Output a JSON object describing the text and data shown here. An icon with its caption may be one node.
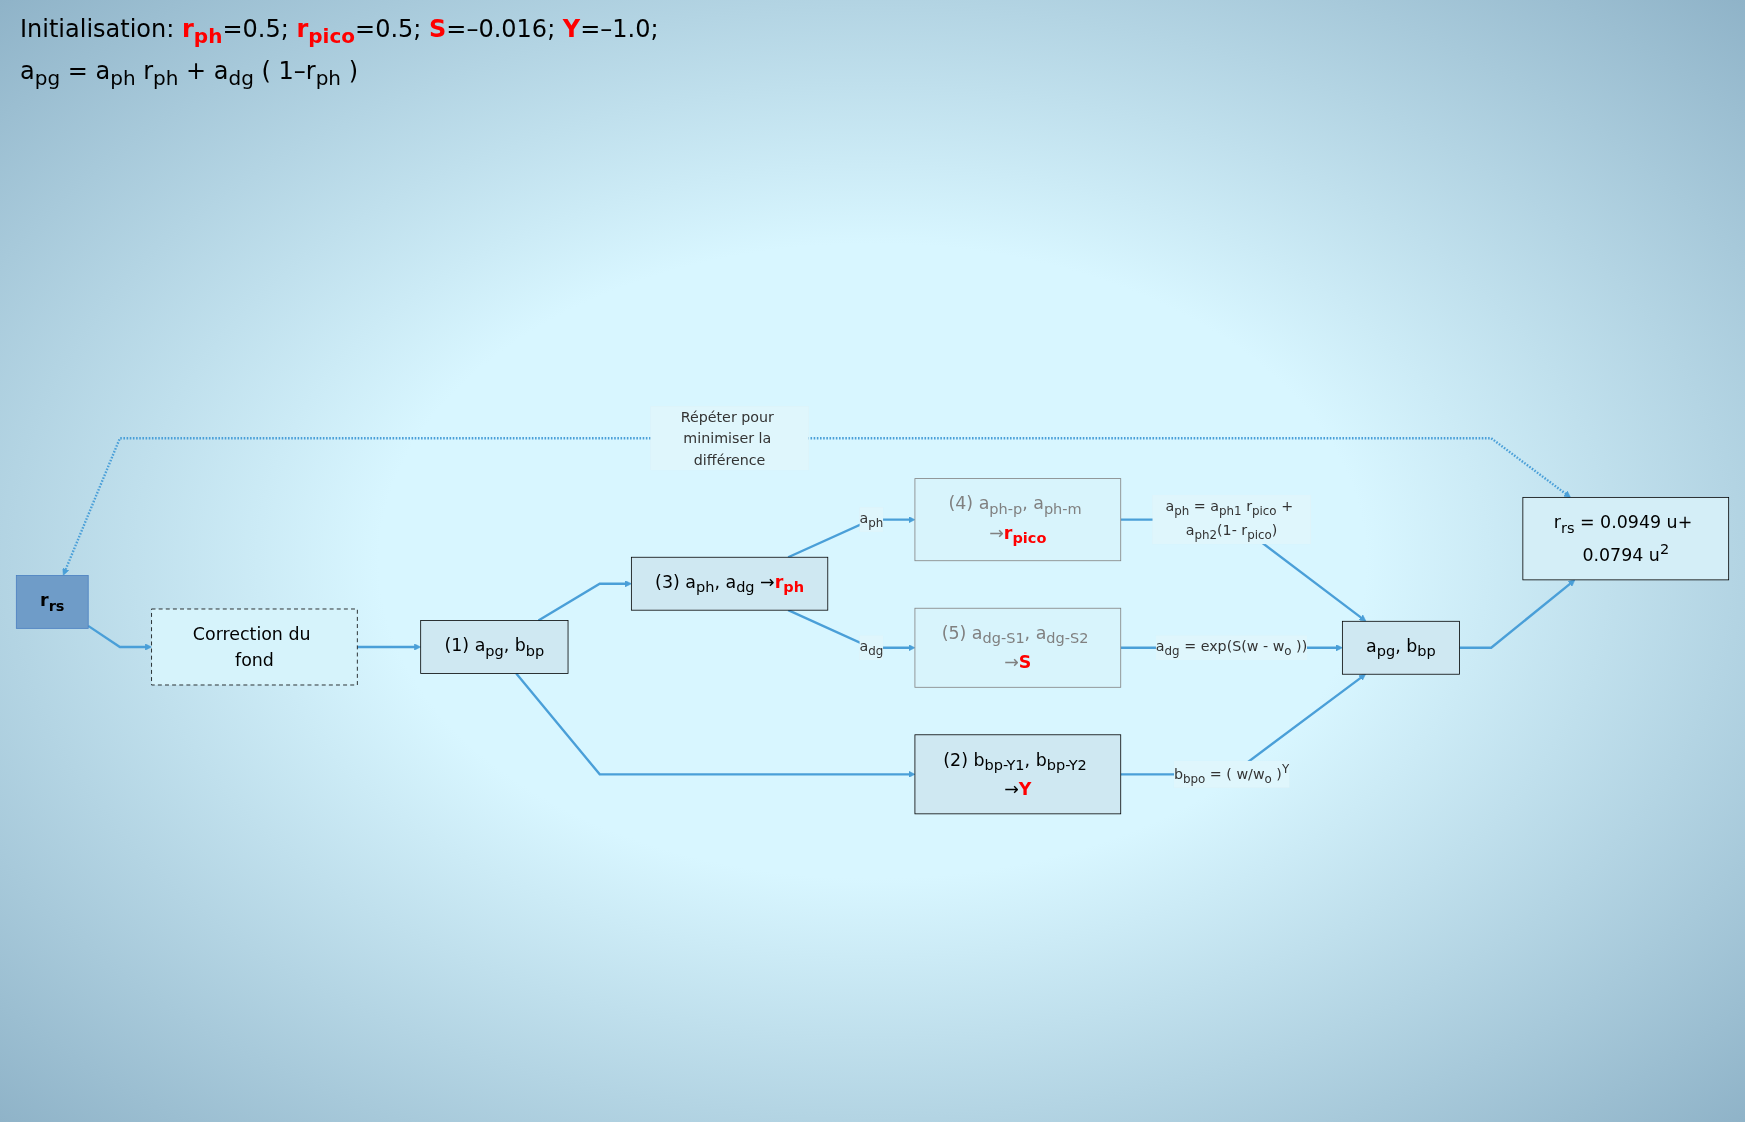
{
  "diagram": {
    "nodes": [
      {
        "text": [
          "r$_{rs}$"
        ]
      },
      {
        "text": [
          "r$_{rs}$ = 0.0949 u+ 0.0794 u$^{2}$"
        ]
      },
      {
        "text": [
          "Correction du fond"
        ]
      },
      {
        "text": [
          "(1) a$_{pg}$, b$_{bp}$"
        ]
      },
      {
        "text": [
          "(3) a$_{ph}$, a$_{dg}$ →**r$_{ph}$**"
        ]
      },
      {
        "text": [
          "(4) a$_{ph-p}$, a$_{ph-m}$ →**r$_{pico}$**"
        ]
      },
      {
        "text": [
          "(5) a$_{dg-S1}$, a$_{dg-S2}$ →**S**"
        ]
      },
      {
        "text": [
          "a$_{pg}$, b$_{bp}$"
        ]
      },
      {
        "text": [
          "(2) b$_{bp-Y1}$, b$_{bp-Y2}$ →**Y**"
        ]
      }
    ],
    "edges": [
      {
        "from": 0,
        "to": 1,
        "arrow": "both",
        "style": "dashed",
        "label": "Répéter pour minimiser la différence"
      },
      {
        "from": 0,
        "to": 2,
        "arrow": "to"
      },
      {
        "from": 2,
        "to": 3,
        "arrow": "to"
      },
      {
        "from": 3,
        "to": 4,
        "arrow": "to"
      },
      {
        "from": 4,
        "to": 5,
        "arrow": "to",
        "label": "a$_{ph}$"
      },
      {
        "from": 4,
        "to": 6,
        "arrow": "to",
        "label": "a$_{dg}$"
      },
      {
        "from": 5,
        "to": 7,
        "arrow": "to",
        "label": "a$_{ph}$ = a$_{ph1}$ r$_{pico}$ + a$_{ph2}$(1- r$_{pico}$)"
      },
      {
        "from": 6,
        "to": 7,
        "arrow": "to",
        "label": "a$_{dg}$ = exp(S(w - w$_{o}$ ))"
      },
      {
        "from": 3,
        "to": 8,
        "arrow": "to"
      },
      {
        "from": 8,
        "to": 7,
        "arrow": "to",
        "label": "b$_{bpo}$ = ( w/w$_{o}$ )$^{Y}$"
      },
      {
        "from": 7,
        "to": 1,
        "arrow": "to"
      }
    ],
    "labels": [
      "Initialisation: **r$_{ph}$**=0.5; **r$_{pico}$**=0.5; **S**=–0.016; **Y**=–1.0;",
      "a$_{pg}$ = a$_{ph}$ r$_{ph}$ + a$_{dg}$ ( 1–r$_{ph}$ )"
    ]
  }
}
